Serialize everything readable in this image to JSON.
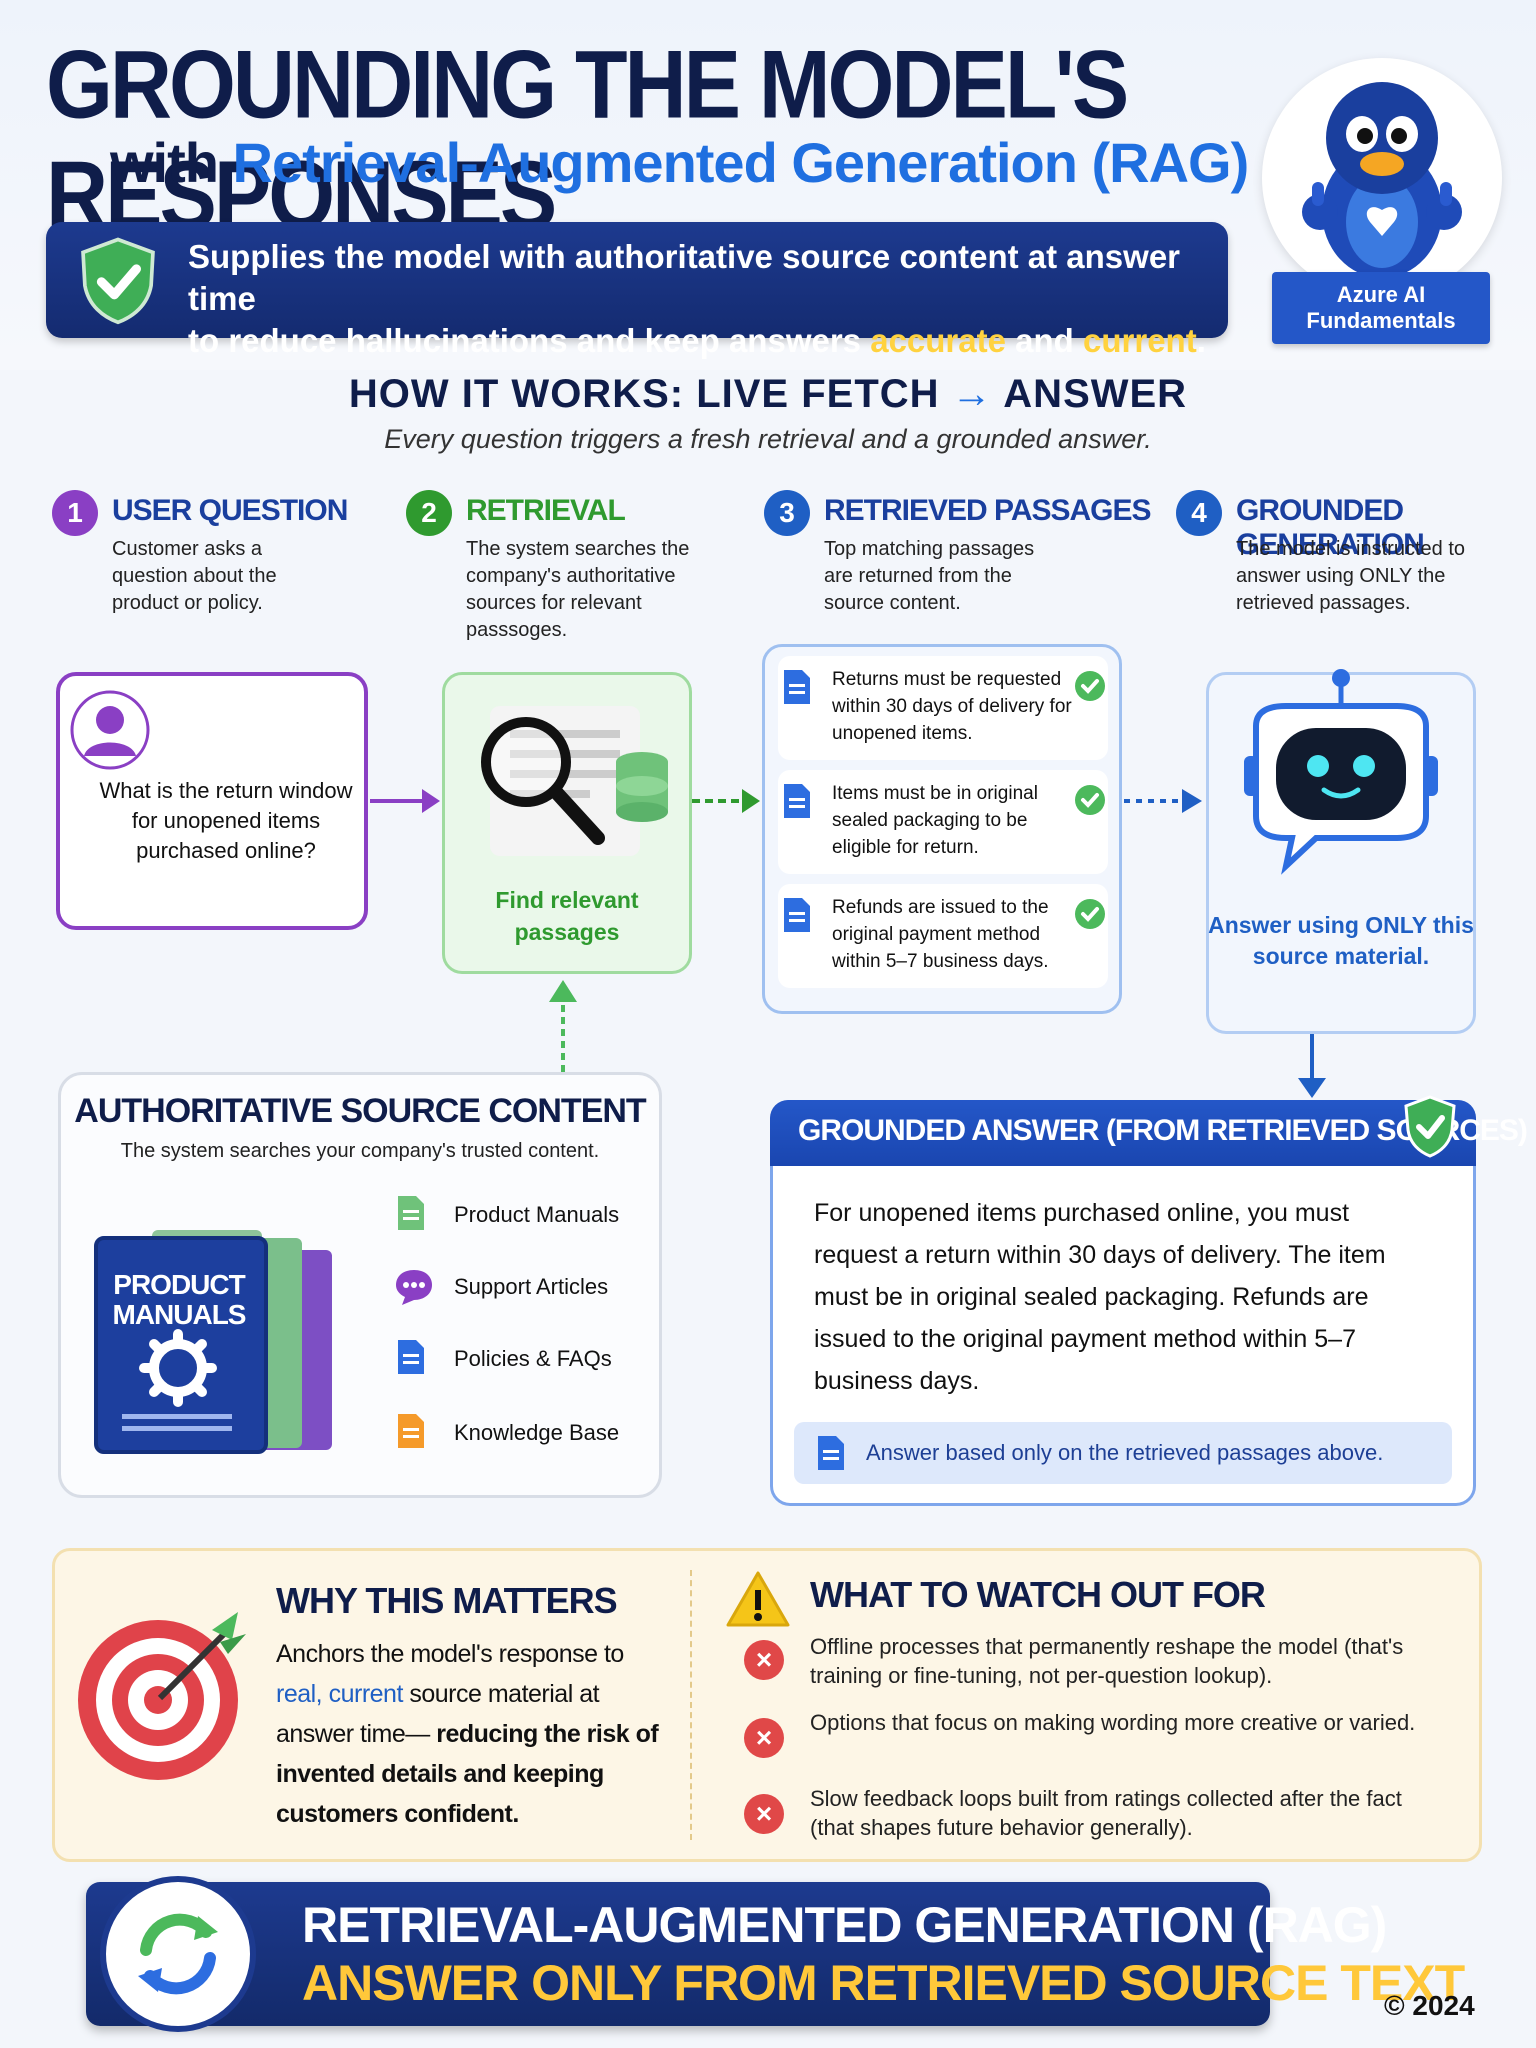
{
  "header": {
    "title": "GROUNDING THE MODEL'S RESPONSES",
    "subtitle_prefix": "with",
    "subtitle_highlight": "Retrieval-Augmented Generation (RAG)",
    "banner_line1": "Supplies the model with authoritative source content at answer time",
    "banner_line2_a": "to reduce hallucinations and keep answers",
    "banner_line2_accurate": "accurate",
    "banner_line2_and": "and",
    "banner_line2_current": "current",
    "banner_line2_end": ".",
    "badge_line1": "Azure AI",
    "badge_line2": "Fundamentals"
  },
  "how_it_works": {
    "title_a": "HOW IT WORKS: LIVE FETCH",
    "title_arrow": "→",
    "title_b": "ANSWER",
    "subtitle": "Every question triggers a fresh retrieval and a grounded answer."
  },
  "steps": [
    {
      "num": "1",
      "title": "USER QUESTION",
      "desc": "Customer asks a question about the product or policy.",
      "color": "#8a3fc4"
    },
    {
      "num": "2",
      "title": "RETRIEVAL",
      "desc": "The system searches the company's authoritative sources for relevant passsoges.",
      "color": "#2f9a2f"
    },
    {
      "num": "3",
      "title": "RETRIEVED PASSAGES",
      "desc": "Top matching passages are returned from the source content.",
      "color": "#1f5fc4"
    },
    {
      "num": "4",
      "title": "GROUNDED GENERATION",
      "desc": "The model is instructed to answer using ONLY the retrieved passages.",
      "color": "#1f5fc4"
    }
  ],
  "question_text": "What is the return window for unopened items purchased online?",
  "retrieval_label": "Find relevant passages",
  "passages": [
    "Returns must be requested within 30 days of delivery for unopened items.",
    "Items must be in original sealed packaging to be eligible for return.",
    "Refunds are issued to the original payment method within 5–7 business days."
  ],
  "generation_label": "Answer using ONLY this source material.",
  "source_content": {
    "title": "AUTHORITATIVE SOURCE CONTENT",
    "subtitle": "The system searches your company's trusted content.",
    "book_label_1": "PRODUCT",
    "book_label_2": "MANUALS",
    "items": [
      "Product Manuals",
      "Support Articles",
      "Policies & FAQs",
      "Knowledge Base"
    ]
  },
  "grounded_answer": {
    "title": "GROUNDED ANSWER (FROM RETRIEVED SOURCES)",
    "text": "For unopened items purchased online, you must request a return within 30 days of delivery. The item must be in original sealed packaging. Refunds are issued to the original payment method within 5–7 business days.",
    "note": "Answer based only on the retrieved passages above."
  },
  "why": {
    "title": "WHY THIS MATTERS",
    "t1": "Anchors the model's response to",
    "real": "real,",
    "current": "current",
    "t2": "source material at answer time—",
    "t3": "reducing the risk of invented details and keeping customers confident."
  },
  "watch": {
    "title": "WHAT TO WATCH OUT FOR",
    "items": [
      "Offline processes that permanently reshape the model (that's training or fine-tuning, not per-question lookup).",
      "Options that focus on making wording more creative or varied.",
      "Slow feedback loops built from ratings collected after the fact (that shapes future behavior generally)."
    ]
  },
  "footer": {
    "line1": "RETRIEVAL-AUGMENTED GENERATION (RAG)",
    "line2": "ANSWER ONLY FROM RETRIEVED SOURCE TEXT",
    "copyright": "© 2024"
  }
}
